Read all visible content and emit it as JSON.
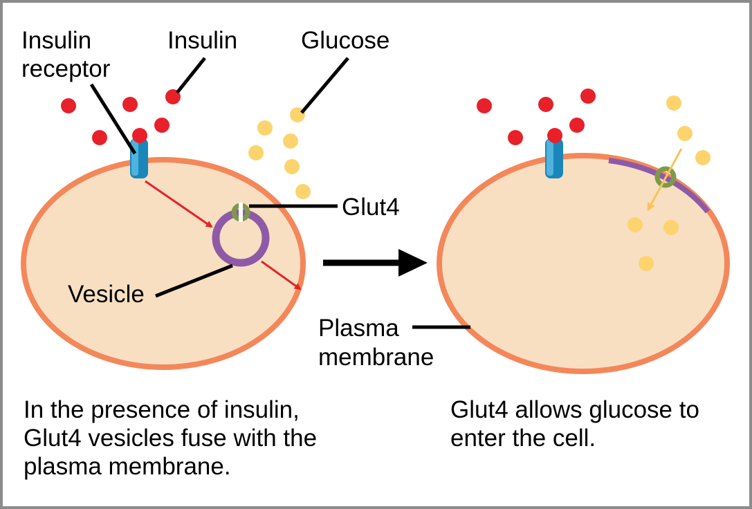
{
  "labels": {
    "insulin_receptor": [
      "Insulin",
      "receptor"
    ],
    "insulin": "Insulin",
    "glucose": "Glucose",
    "glut4": "Glut4",
    "vesicle": "Vesicle",
    "plasma_membrane": [
      "Plasma",
      "membrane"
    ]
  },
  "captions": {
    "left": [
      "In the presence of insulin,",
      "Glut4 vesicles fuse with the",
      "plasma membrane."
    ],
    "right": [
      "Glut4 allows glucose to",
      "enter the cell."
    ]
  },
  "colors": {
    "insulin": "#e8202a",
    "glucose": "#fdd36e",
    "cell_fill": "#f8dfc1",
    "membrane": "#f4875a",
    "vesicle": "#8e5aa8",
    "glut4": "#7d9a4a",
    "receptor": "#1a86b9",
    "signal_arrow": "#e8202a",
    "transition_arrow": "#000000",
    "frame": "#8c8c8c"
  }
}
